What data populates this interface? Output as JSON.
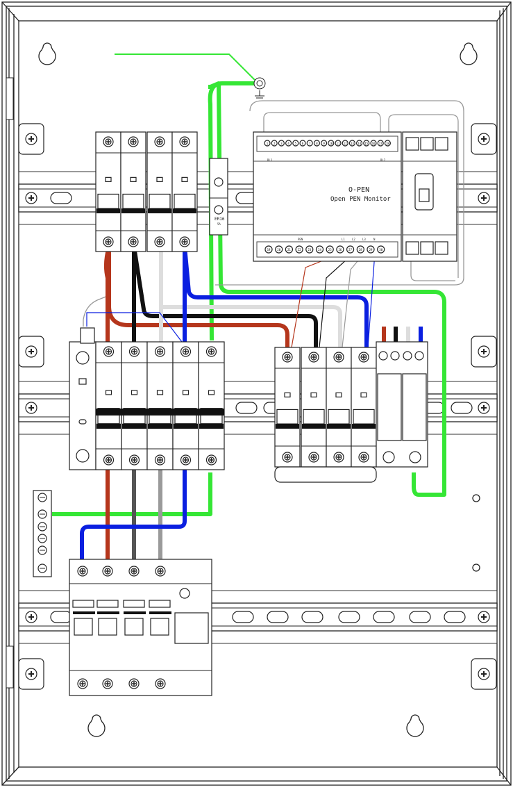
{
  "monitor": {
    "title": "O-PEN",
    "subtitle": "Open PEN Monitor",
    "relay_left": "RL1",
    "relay_right": "RL2",
    "top_terminals": [
      "1",
      "2",
      "3",
      "4",
      "5",
      "6",
      "7",
      "8",
      "9",
      "10",
      "11",
      "12",
      "13",
      "14",
      "15",
      "16",
      "17",
      "18"
    ],
    "bottom_terminals": [
      "19",
      "20",
      "21",
      "22",
      "23",
      "24",
      "25",
      "26",
      "27",
      "28",
      "29",
      "30"
    ],
    "bottom_labels": {
      "pen": "PEN",
      "l1": "L1",
      "l2": "L2",
      "l3": "L3",
      "n": "N"
    }
  },
  "small_breaker_label": "ER16",
  "small_breaker_sublabel": "5A",
  "colors": {
    "brown": "#b5361c",
    "black": "#111111",
    "grey": "#dddddd",
    "dark_grey": "#555555",
    "mid_grey": "#9a9a9a",
    "blue": "#0a1fe0",
    "green_yellow": "#35e635",
    "outline": "#222222"
  },
  "icons": [
    "mounting-hole-icon",
    "din-rail-screw-icon",
    "terminal-screw-icon",
    "earth-terminal-icon"
  ]
}
